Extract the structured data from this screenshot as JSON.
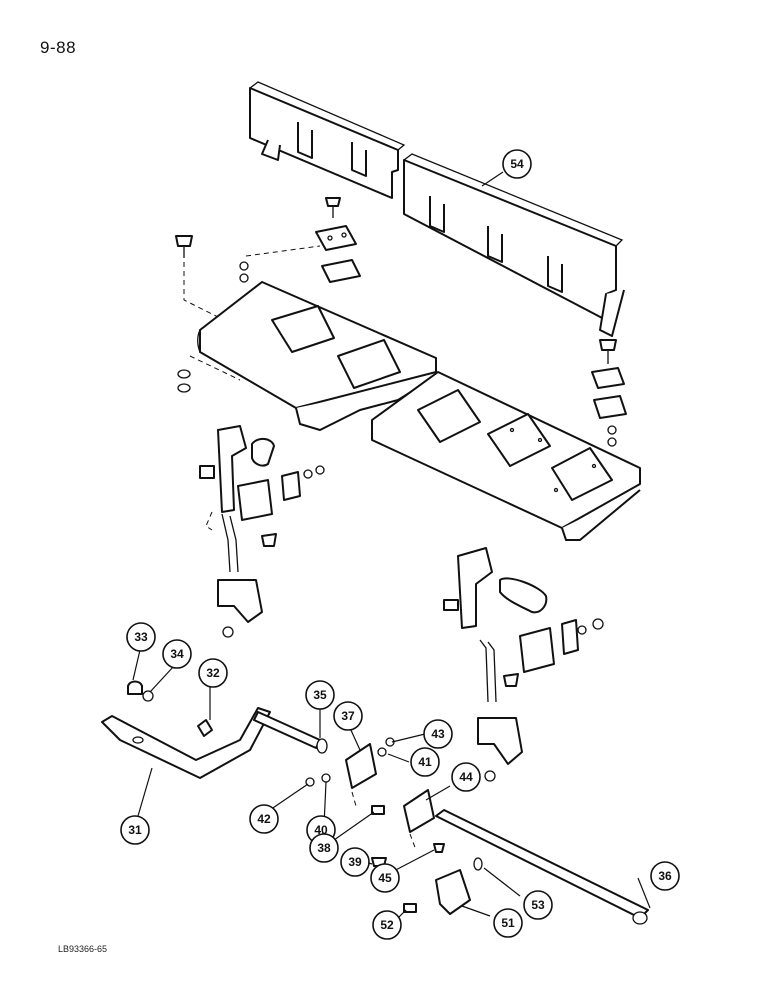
{
  "page": {
    "page_number": "9-88",
    "figure_code": "LB93366-65"
  },
  "callouts": [
    {
      "id": "c54",
      "label": "54"
    },
    {
      "id": "c33",
      "label": "33"
    },
    {
      "id": "c34",
      "label": "34"
    },
    {
      "id": "c32",
      "label": "32"
    },
    {
      "id": "c35",
      "label": "35"
    },
    {
      "id": "c37",
      "label": "37"
    },
    {
      "id": "c43",
      "label": "43"
    },
    {
      "id": "c41",
      "label": "41"
    },
    {
      "id": "c44",
      "label": "44"
    },
    {
      "id": "c31",
      "label": "31"
    },
    {
      "id": "c42",
      "label": "42"
    },
    {
      "id": "c40",
      "label": "40"
    },
    {
      "id": "c38",
      "label": "38"
    },
    {
      "id": "c39",
      "label": "39"
    },
    {
      "id": "c45",
      "label": "45"
    },
    {
      "id": "c36",
      "label": "36"
    },
    {
      "id": "c53",
      "label": "53"
    },
    {
      "id": "c52",
      "label": "52"
    },
    {
      "id": "c51",
      "label": "51"
    }
  ]
}
